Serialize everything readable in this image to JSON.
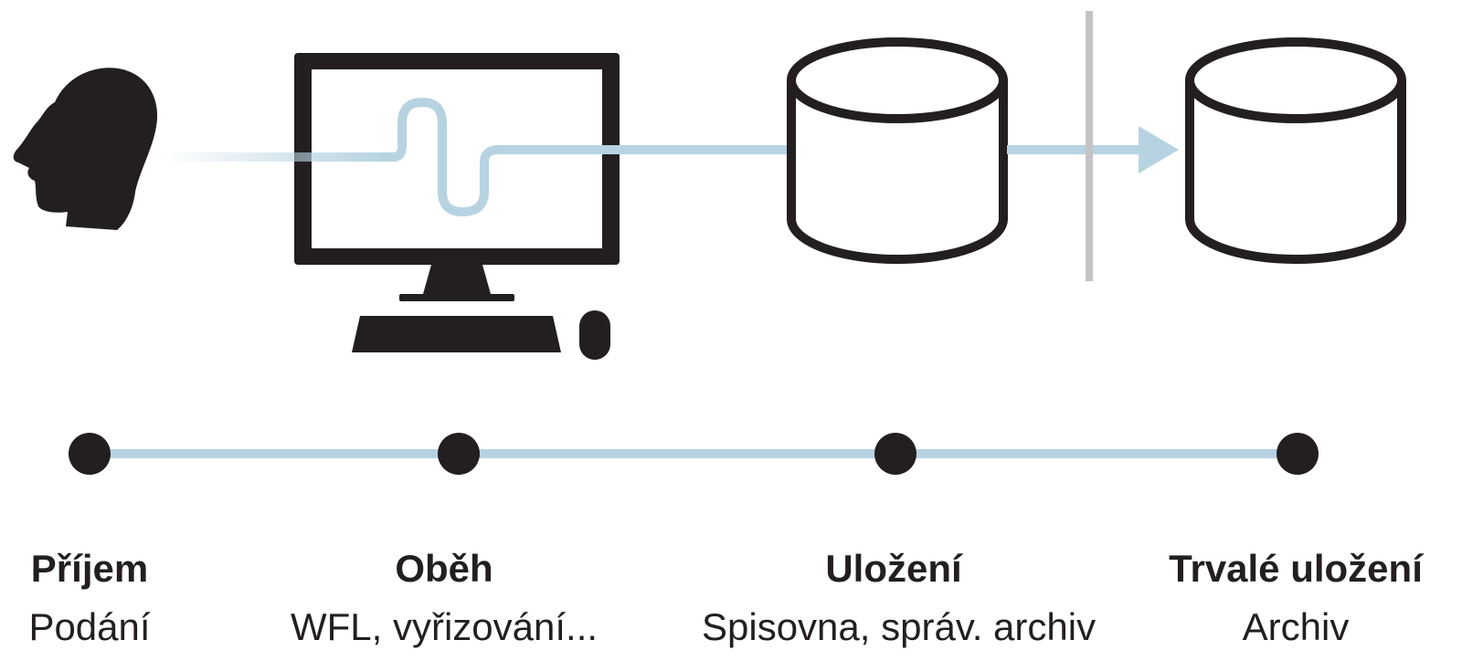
{
  "colors": {
    "ink": "#231f20",
    "flow": "#b7d3e2",
    "divider": "#c4c4c4",
    "background": "#ffffff"
  },
  "icons": [
    "person-head-icon",
    "computer-monitor-icon",
    "keyboard-icon",
    "mouse-icon",
    "database-icon",
    "archive-database-icon",
    "arrow-right-icon"
  ],
  "stages": [
    {
      "title": "Příjem",
      "subtitle": "Podání"
    },
    {
      "title": "Oběh",
      "subtitle": "WFL, vyřizování..."
    },
    {
      "title": "Uložení",
      "subtitle": "Spisovna, správ. archiv"
    },
    {
      "title": "Trvalé uložení",
      "subtitle": "Archiv"
    }
  ]
}
